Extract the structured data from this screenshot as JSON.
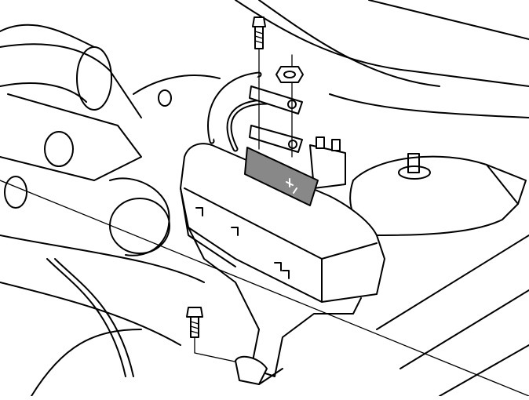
{
  "diagram": {
    "subject": "fuse-box-in-engine-compartment",
    "colors": {
      "line": "#000000",
      "background": "#ffffff",
      "highlight": "#888888"
    },
    "components": [
      "bolt-upper",
      "nut",
      "cable-eyelets",
      "fuse-box",
      "relay-label-plate",
      "bolt-lower",
      "bracket",
      "strut-mount",
      "intake-hose"
    ]
  }
}
